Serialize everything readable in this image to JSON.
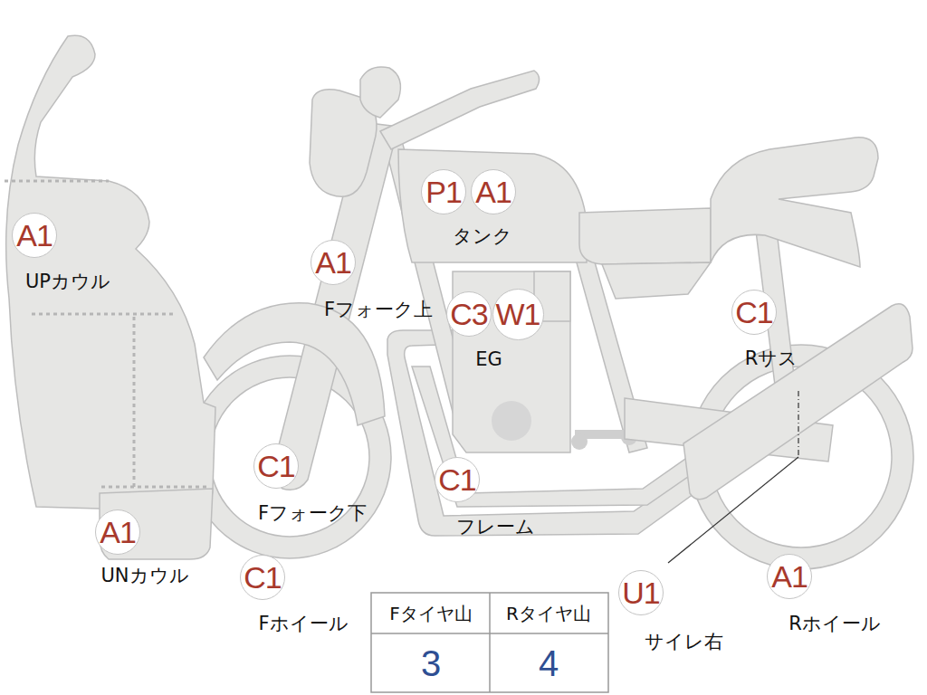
{
  "diagram": {
    "nodes": [
      {
        "text": [
          "P1"
        ]
      },
      {
        "text": [
          "A1"
        ]
      },
      {
        "text": [
          "A1"
        ]
      },
      {
        "text": [
          "A1"
        ]
      },
      {
        "text": [
          "C3"
        ]
      },
      {
        "text": [
          "W1"
        ]
      },
      {
        "text": [
          "C1"
        ]
      },
      {
        "text": [
          "C1"
        ]
      },
      {
        "text": [
          "C1"
        ]
      },
      {
        "text": [
          "A1"
        ]
      },
      {
        "text": [
          "C1"
        ]
      },
      {
        "text": [
          "U1"
        ]
      },
      {
        "text": [
          "A1"
        ]
      }
    ],
    "labels": [
      "タンク",
      "UPカウル",
      "Fフォーク上",
      "EG",
      "Rサス",
      "Fフォーク下",
      "フレーム",
      "UNカウル",
      "Fホイール",
      "サイレ右",
      "Rホイール",
      "Fタイヤ山",
      "Rタイヤ山",
      "3",
      "4"
    ]
  }
}
